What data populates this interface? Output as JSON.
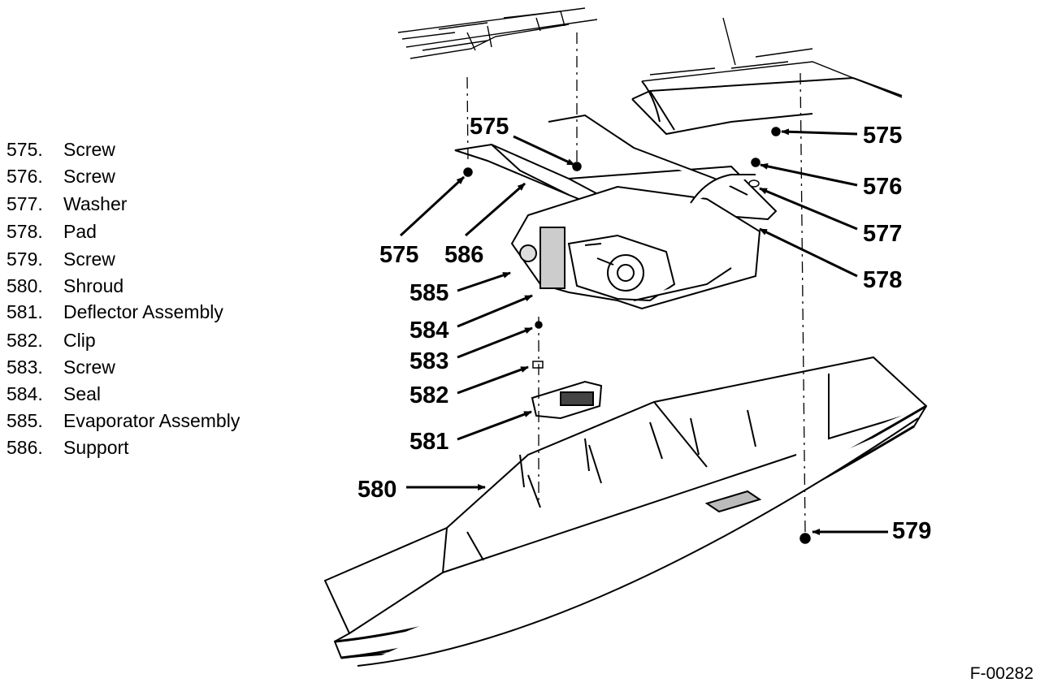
{
  "legend": [
    {
      "num": "575.",
      "name": "Screw"
    },
    {
      "num": "576.",
      "name": "Screw"
    },
    {
      "num": "577.",
      "name": "Washer"
    },
    {
      "num": "578.",
      "name": "Pad"
    },
    {
      "num": "579.",
      "name": "Screw"
    },
    {
      "num": "580.",
      "name": "Shroud"
    },
    {
      "num": "581.",
      "name": "Deflector Assembly"
    },
    {
      "num": "582.",
      "name": "Clip"
    },
    {
      "num": "583.",
      "name": "Screw"
    },
    {
      "num": "584.",
      "name": "Seal"
    },
    {
      "num": "585.",
      "name": "Evaporator Assembly"
    },
    {
      "num": "586.",
      "name": "Support"
    }
  ],
  "callouts": {
    "c575_top": "575",
    "c575_right": "575",
    "c575_left": "575",
    "c586": "586",
    "c576": "576",
    "c577": "577",
    "c578": "578",
    "c585": "585",
    "c584": "584",
    "c583": "583",
    "c582": "582",
    "c581": "581",
    "c580": "580",
    "c579": "579"
  },
  "figure_id": "F-00282"
}
